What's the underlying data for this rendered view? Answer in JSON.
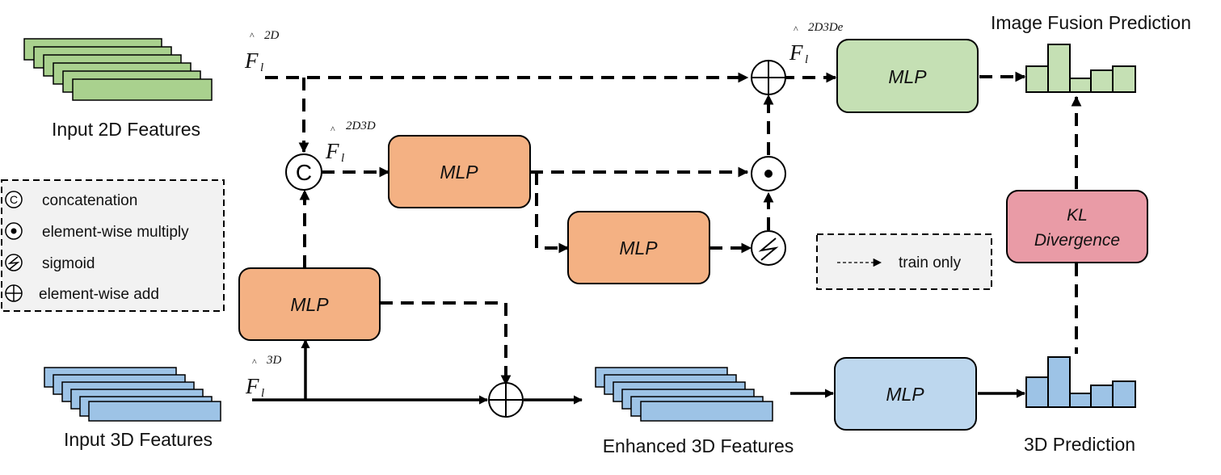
{
  "labels": {
    "input_2d": "Input 2D Features",
    "input_3d": "Input 3D Features",
    "enhanced_3d": "Enhanced 3D Features",
    "image_fusion_prediction": "Image Fusion Prediction",
    "prediction_3d": "3D Prediction",
    "train_only": "train only",
    "kl_line1": "KL",
    "kl_line2": "Divergence",
    "mlp": "MLP"
  },
  "symbols": {
    "f": "F",
    "sub": "l",
    "hat": "^",
    "sup_2d": "2D",
    "sup_3d": "3D",
    "sup_2d3d": "2D3D",
    "sup_2d3de": "2D3De",
    "concat_glyph": "C"
  },
  "legend": [
    {
      "icon": "concat-icon",
      "text": "concatenation"
    },
    {
      "icon": "multiply-icon",
      "text": "element-wise multiply"
    },
    {
      "icon": "sigmoid-icon",
      "text": "sigmoid"
    },
    {
      "icon": "add-icon",
      "text": "element-wise add"
    }
  ],
  "colors": {
    "mlp_orange": "#f4b183",
    "mlp_green": "#c5e0b4",
    "mlp_blue": "#bdd7ee",
    "kl_pink": "#e99ba6",
    "feature_green": "#a9d18e",
    "feature_blue": "#9dc3e6",
    "legend_bg": "#f2f2f2"
  }
}
